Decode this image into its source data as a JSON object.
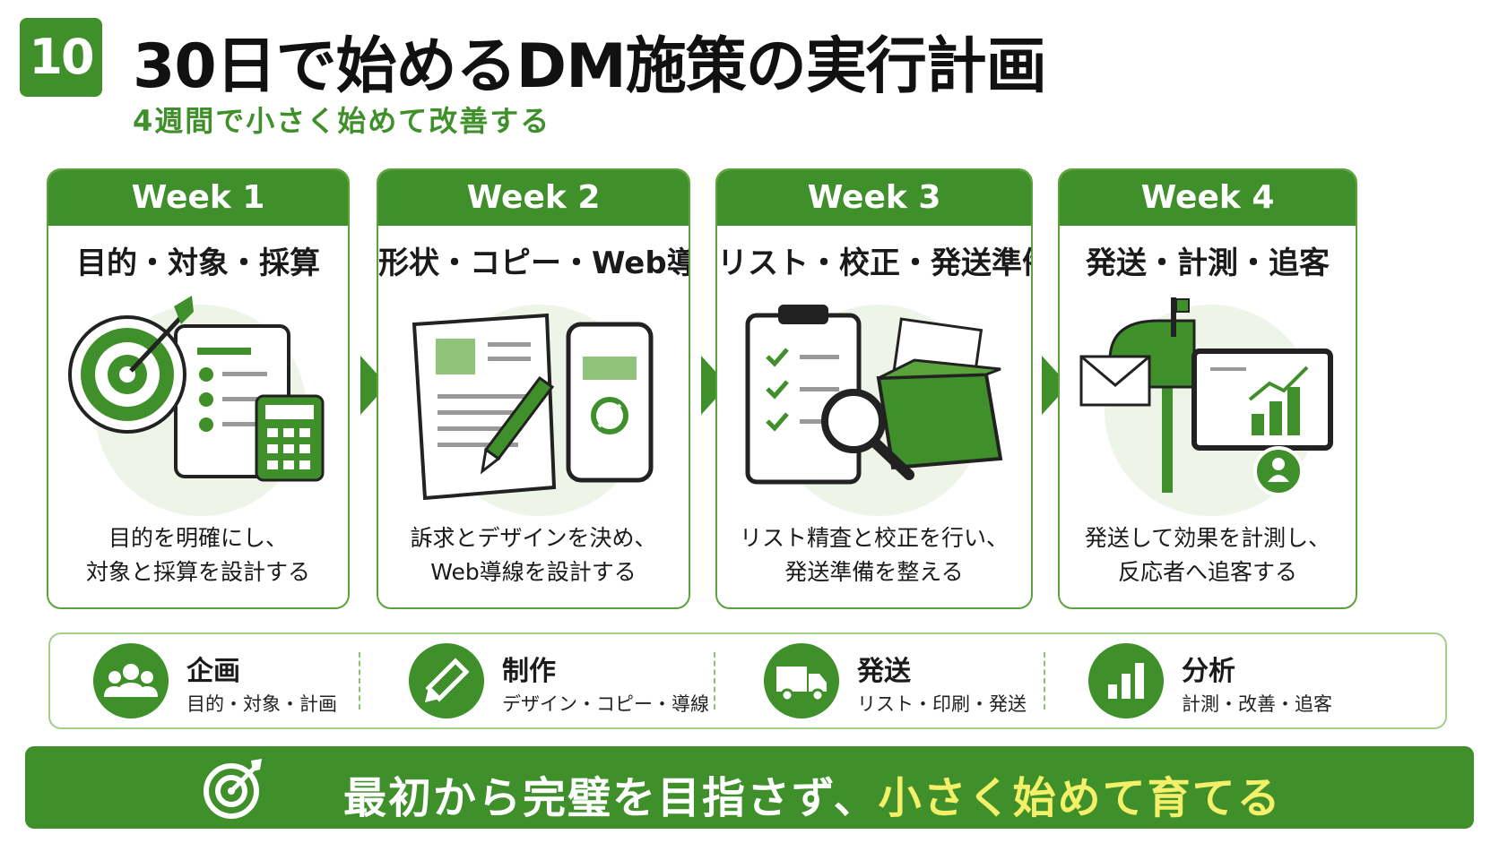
{
  "header": {
    "badge": "10",
    "title": "30日で始めるDM施策の実行計画",
    "subtitle": "4週間で小さく始めて改善する"
  },
  "weeks": [
    {
      "label": "Week 1",
      "title": "目的・対象・採算",
      "desc": [
        "目的を明確にし、",
        "対象と採算を設計する"
      ],
      "icon": "target-checklist-calculator-icon"
    },
    {
      "label": "Week 2",
      "title": "形状・コピー・Web導線",
      "desc": [
        "訴求とデザインを決め、",
        "Web導線を設計する"
      ],
      "icon": "document-pencil-phone-icon"
    },
    {
      "label": "Week 3",
      "title": "リスト・校正・発送準備",
      "desc": [
        "リスト精査と校正を行い、",
        "発送準備を整える"
      ],
      "icon": "clipboard-magnifier-box-icon"
    },
    {
      "label": "Week 4",
      "title": "発送・計測・追客",
      "desc": [
        "発送して効果を計測し、",
        "反応者へ追客する"
      ],
      "icon": "mailbox-monitor-chart-icon"
    }
  ],
  "phases": [
    {
      "name": "企画",
      "sub": "目的・対象・計画",
      "icon": "people-icon"
    },
    {
      "name": "制作",
      "sub": "デザイン・コピー・導線",
      "icon": "pencil-icon"
    },
    {
      "name": "発送",
      "sub": "リスト・印刷・発送",
      "icon": "truck-icon"
    },
    {
      "name": "分析",
      "sub": "計測・改善・追客",
      "icon": "bar-chart-icon"
    }
  ],
  "banner": {
    "text_main": "最初から完璧を目指さず、",
    "text_highlight": "小さく始めて育てる",
    "icon": "target-arrow-icon"
  },
  "colors": {
    "primary_green": "#3f8f2a",
    "light_green": "#9fcf88",
    "highlight_yellow": "#f4f06a"
  }
}
